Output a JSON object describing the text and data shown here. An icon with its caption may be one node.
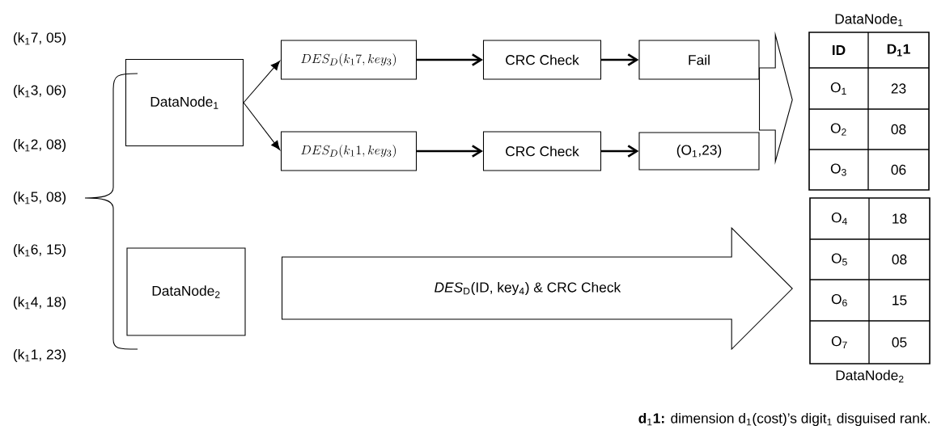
{
  "diagram": {
    "nodes": [
      {
        "text": [
          "DataNode$_{1}$"
        ]
      },
      {
        "text": [
          "DES_{D}(k_{1}7, key_{3})"
        ]
      },
      {
        "text": [
          "CRC Check"
        ]
      },
      {
        "text": [
          "Fail"
        ]
      },
      {
        "text": [
          "DES_{D}(k_{1}1, key_{3})"
        ]
      },
      {
        "text": [
          "CRC Check"
        ]
      },
      {
        "text": [
          "(O$_{1}$,23)"
        ]
      },
      {
        "text": [
          "DataNode$_{2}$"
        ]
      },
      {
        "text": [
          "DataNode$_{1}$"
        ]
      },
      {
        "text": [
          "DataNode$_{2}$"
        ]
      }
    ],
    "edges": [
      {
        "from": 0,
        "to": 1,
        "arrow": "to"
      },
      {
        "from": 0,
        "to": 4,
        "arrow": "to"
      },
      {
        "from": 1,
        "to": 2,
        "arrow": "to"
      },
      {
        "from": 2,
        "to": 3,
        "arrow": "to"
      },
      {
        "from": 4,
        "to": 5,
        "arrow": "to"
      },
      {
        "from": 5,
        "to": 6,
        "arrow": "to"
      },
      {
        "from": 3,
        "to": 8,
        "arrow": "to"
      },
      {
        "from": 6,
        "to": 8,
        "arrow": "to"
      },
      {
        "from": 7,
        "to": 9,
        "arrow": "to",
        "label": "*DES*$_{D}$(ID, key$_{4}$) & CRC Check"
      }
    ],
    "labels": [
      "(k$_{1}$7, 05)",
      "(k$_{1}$3, 06)",
      "(k$_{1}$2, 08)",
      "(k$_{1}$5, 08)",
      "(k$_{1}$6, 15)",
      "(k$_{1}$4, 18)",
      "(k$_{1}$1, 23)",
      "ID",
      "D$_{1}$1",
      "O$_{1}$",
      "23",
      "O$_{2}$",
      "08",
      "O$_{3}$",
      "06",
      "O$_{4}$",
      "18",
      "O$_{5}$",
      "08",
      "O$_{6}$",
      "15",
      "O$_{7}$",
      "05",
      "**d**$_{1}$**1:** dimension d$_{1}$(cost)’s digit$_{1}$ disguised rank."
    ]
  }
}
